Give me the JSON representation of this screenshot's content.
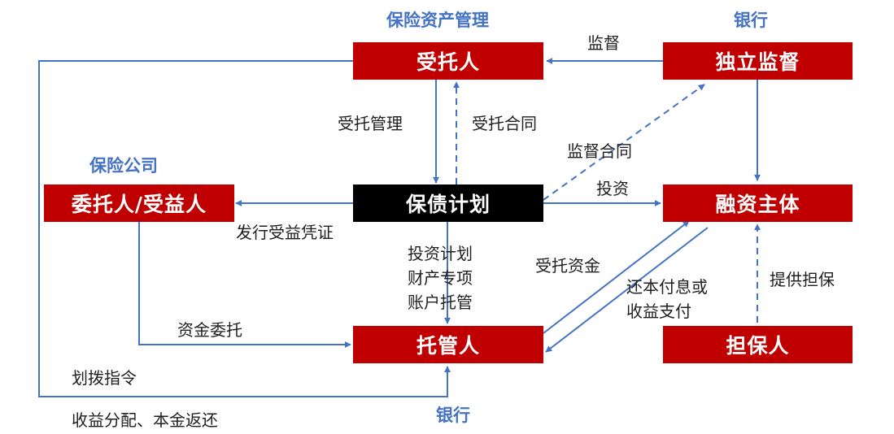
{
  "captions": {
    "asset_mgmt": "保险资产管理",
    "bank_top": "银行",
    "insurance_co": "保险公司",
    "bank_bottom": "银行"
  },
  "nodes": {
    "trustee": "受托人",
    "independent_supervision": "独立监督",
    "principal_beneficiary": "委托人/受益人",
    "debt_plan": "保债计划",
    "financing_entity": "融资主体",
    "custodian": "托管人",
    "guarantor": "担保人"
  },
  "edge_labels": {
    "supervise": "监督",
    "trust_management": "受托管理",
    "trust_contract": "受托合同",
    "supervision_contract": "监督合同",
    "invest": "投资",
    "issue_certificate": "发行受益凭证",
    "plan_account_lines": [
      "投资计划",
      "财产专项",
      "账户托管"
    ],
    "entrusted_funds": "受托资金",
    "repayment_lines": [
      "还本付息或",
      "收益支付"
    ],
    "provide_guarantee": "提供担保",
    "fund_entrust": "资金委托",
    "transfer_instruction": "划拨指令",
    "income_distribution": "收益分配、本金返还"
  },
  "colors": {
    "node_red": "#c00000",
    "node_black": "#000000",
    "arrow_blue": "#4472c4",
    "caption_blue": "#4472c4"
  }
}
